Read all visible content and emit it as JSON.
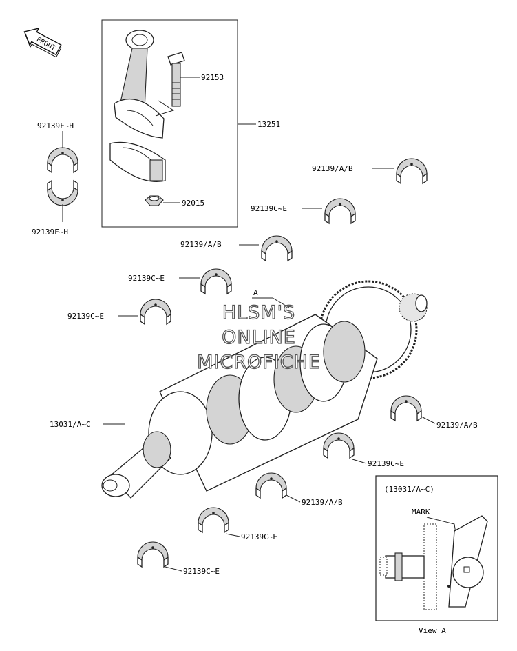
{
  "front_arrow": "FRONT",
  "labels": {
    "p92153": "92153",
    "p13251": "13251",
    "p92015": "92015",
    "p92139FH_top": "92139F~H",
    "p92139FH_bottom": "92139F~H",
    "p92139AB_1": "92139/A/B",
    "p92139CE_1": "92139C~E",
    "p92139AB_2": "92139/A/B",
    "p92139CE_2": "92139C~E",
    "p92139CE_3": "92139C~E",
    "ref_A": "A",
    "p13031": "13031/A~C",
    "p92139AB_3": "92139/A/B",
    "p92139CE_4": "92139C~E",
    "p92139AB_4": "92139/A/B",
    "p92139CE_5": "92139C~E",
    "p92139CE_6": "92139C~E"
  },
  "inset": {
    "title": "(13031/A~C)",
    "mark_label": "MARK",
    "caption": "View A"
  },
  "watermark": {
    "line1": "HLSM'S",
    "line2": "ONLINE",
    "line3": "MICROFICHE"
  }
}
